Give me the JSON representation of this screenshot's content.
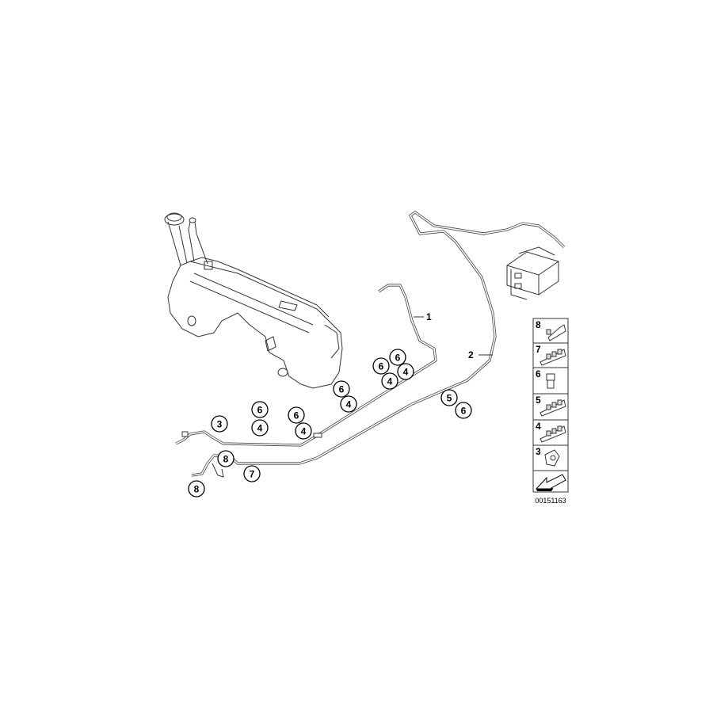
{
  "diagram": {
    "part_number": "00151163",
    "labels": {
      "line_1": "1",
      "line_2": "2"
    },
    "callouts": [
      "3",
      "6",
      "4",
      "6",
      "4",
      "6",
      "4",
      "6",
      "6",
      "4",
      "4",
      "5",
      "6",
      "8",
      "7",
      "8"
    ],
    "legend": [
      "8",
      "7",
      "6",
      "5",
      "4",
      "3"
    ],
    "icons": {
      "fuel_tank": "fuel-tank-drawing",
      "carbon_canister": "activated-carbon-canister-drawing",
      "legend_8": "clip-icon",
      "legend_7": "double-clip-icon",
      "legend_6": "nut-icon",
      "legend_5": "pipe-holder-icon",
      "legend_4": "multi-pipe-holder-icon",
      "legend_3": "bracket-icon",
      "legend_arrow": "direction-arrow-icon"
    }
  }
}
